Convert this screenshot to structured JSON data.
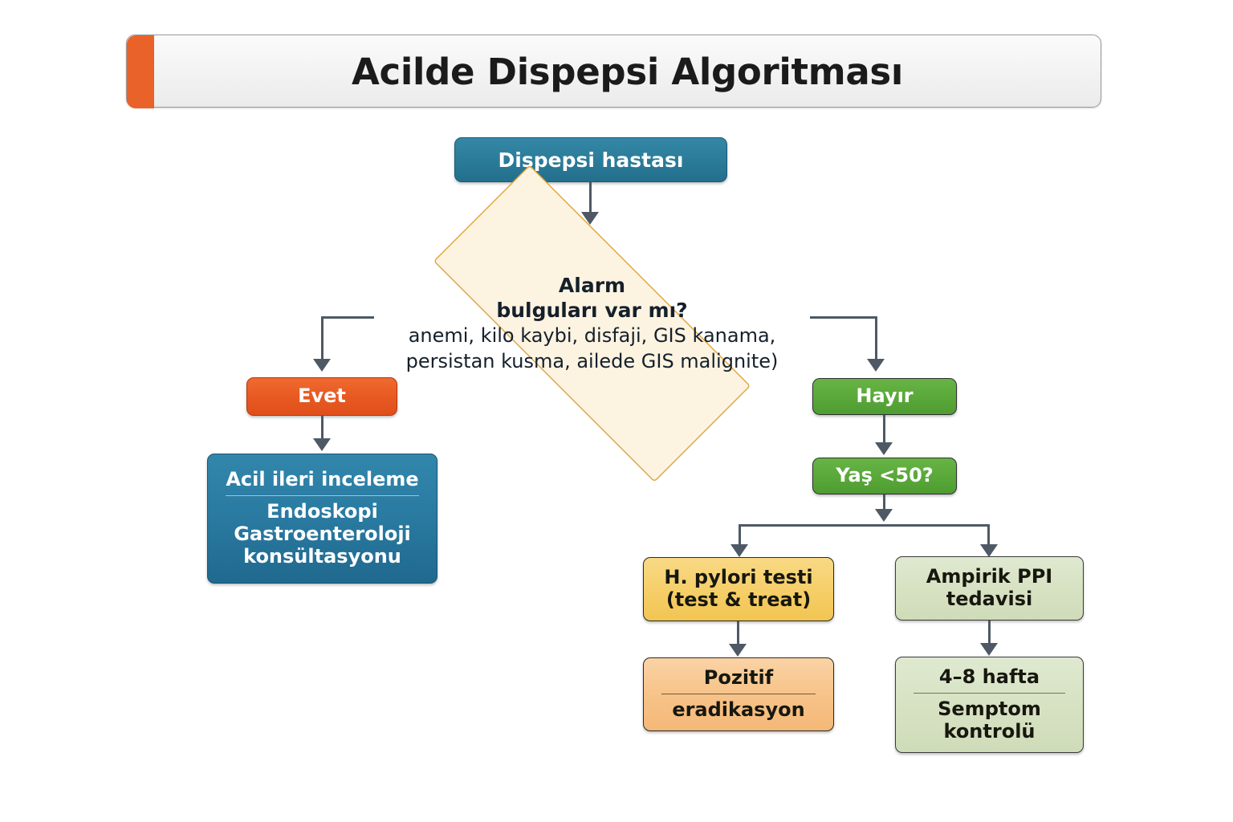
{
  "title": {
    "text": "Acilde Dispepsi Algoritması",
    "accent_color": "#e8622a"
  },
  "colors": {
    "background": "#ffffff",
    "teal": "#2b7c99",
    "blue": "#2a7ba2",
    "orange": "#e85a22",
    "green": "#5aa93a",
    "amber": "#f6cf6a",
    "peach": "#f7c389",
    "sage": "#d7e2c3",
    "diamond_fill": "#fdf3e1",
    "diamond_border": "#e0a43c",
    "connector": "#4e5965"
  },
  "nodes": {
    "start": {
      "label": "Dispepsi hastası"
    },
    "decision": {
      "header_line1": "Alarm",
      "header_line2": "bulguları var mı?",
      "detail_line1": "anemi, kilo kaybi, disfaji, GIS kanama,",
      "detail_line2": "persistan kusma, ailede GIS malignite)"
    },
    "yes_label": {
      "label": "Evet"
    },
    "urgent": {
      "header": "Acil ileri inceleme",
      "body_line1": "Endoskopi",
      "body_line2": "Gastroenteroloji",
      "body_line3": "konsültasyonu"
    },
    "no_label": {
      "label": "Hayır"
    },
    "age": {
      "label": "Yaş <50?"
    },
    "hpylori": {
      "line1": "H. pylori testi",
      "line2": "(test & treat)"
    },
    "positive": {
      "header": "Pozitif",
      "body": "eradikasyon"
    },
    "ppi": {
      "line1": "Ampirik PPI",
      "line2": "tedavisi"
    },
    "followup": {
      "header": "4–8 hafta",
      "body_line1": "Semptom",
      "body_line2": "kontrolü"
    }
  }
}
